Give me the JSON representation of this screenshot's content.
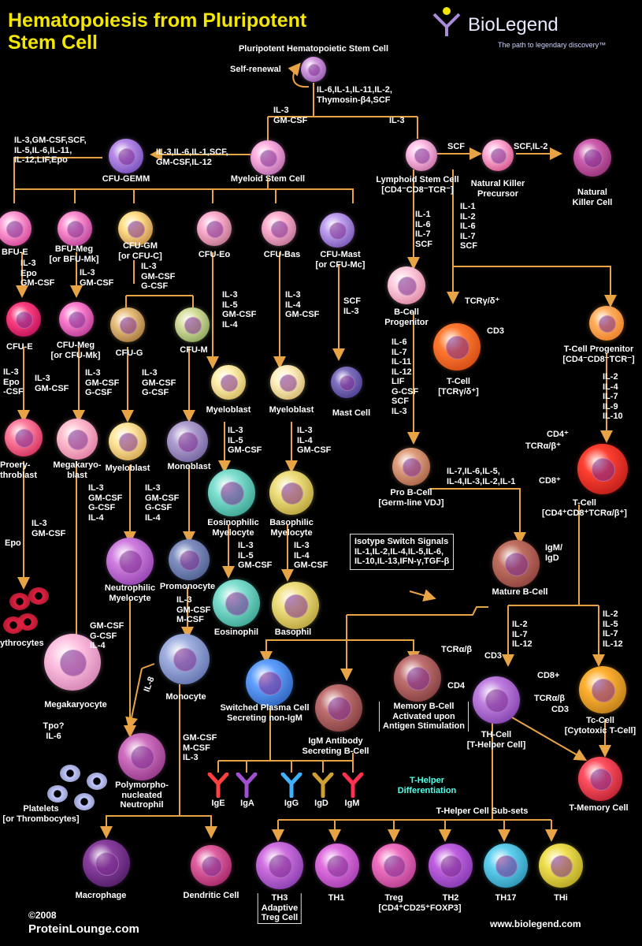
{
  "title": "Hematopoiesis from Pluripotent\nStem Cell",
  "brand": {
    "name": "BioLegend",
    "tagline": "The path to legendary discovery™",
    "colors": {
      "accent": "#f3e600",
      "line": "#e8a444",
      "brand": "#a98bd8"
    }
  },
  "footer": {
    "copyright": "©2008",
    "site": "ProteinLounge.com",
    "url": "www.biolegend.com"
  },
  "cells": {
    "phsc": "Pluripotent Hematopoietic Stem Cell",
    "self_renewal": "Self-renewal",
    "gemm": "CFU-GEMM",
    "myeloid": "Myeloid Stem Cell",
    "lymphoid": "Lymphoid Stem Cell\n[CD4⁻CD8⁻TCR⁻]",
    "nkp": "Natural Killer\nPrecursor",
    "nk": "Natural\nKiller Cell",
    "bfue": "BFU-E",
    "bfumeg": "BFU-Meg\n[or BFU-Mk]",
    "cfugm": "CFU-GM\n[or CFU-C]",
    "cfueo": "CFU-Eo",
    "cfubas": "CFU-Bas",
    "cfumast": "CFU-Mast\n[or CFU-Mc]",
    "cfue": "CFU-E",
    "cfumeg": "CFU-Meg\n[or CFU-Mk]",
    "cfug": "CFU-G",
    "cfum": "CFU-M",
    "bprog": "B-Cell\nProgenitor",
    "tcellgd": "T-Cell\n[TCRγ/δ⁺]",
    "tcr_gd": "TCRγ/δ⁺",
    "cd3_a": "CD3",
    "tprog": "T-Cell Progenitor\n[CD4⁻CD8⁻TCR⁻]",
    "myeloblast_eo": "Myeloblast",
    "myeloblast_bas": "Myeloblast",
    "mast": "Mast Cell",
    "proery": "Proery-\nthroblast",
    "megablast": "Megakaryo-\nblast",
    "myeloblast_g": "Myeloblast",
    "monoblast": "Monoblast",
    "eomyelo": "Eosinophilic\nMyelocyte",
    "basmyelo": "Basophilic\nMyelocyte",
    "probcell": "Pro B-Cell\n[Germ-line VDJ]",
    "tcr_ab": "TCRα/β⁺",
    "cd4p": "CD4⁺",
    "cd8p": "CD8⁺",
    "tcellab": "T-Cell\n[CD4⁺CD8⁺TCRα/β⁺]",
    "isotype": "Isotype Switch Signals\nIL-1,IL-2,IL-4,IL-5,IL-6,\nIL-10,IL-13,IFN-γ,TGF-β",
    "igmigd": "IgM/\nIgD",
    "matureb": "Mature B-Cell",
    "neutmyelo": "Neutrophilic\nMyelocyte",
    "promono": "Promonocyte",
    "eosinophil": "Eosinophil",
    "basophil": "Basophil",
    "erythro": "ythrocytes",
    "megacyte": "Megakaryocyte",
    "monocyte": "Monocyte",
    "plasma": "Switched Plasma Cell\nSecreting non-IgM",
    "memb": "Memory B-Cell\nActivated upon\nAntigen Stimulation",
    "tcr_ab2": "TCRα/β",
    "cd3_b": "CD3",
    "cd4": "CD4",
    "th": "TH-Cell\n[T-Helper Cell]",
    "cd8p2": "CD8+",
    "tcr_ab3": "TCRα/β",
    "cd3_c": "CD3",
    "tc": "Tc-Cell\n[Cytotoxic T-Cell]",
    "tpo": "Tpo?\nIL-6",
    "igm_secreting": "IgM Antibody\nSecreting B-Cell",
    "polymorph": "Polymorpho-\nnucleated\nNeutrophil",
    "thdiff": "T-Helper\nDifferentiation",
    "tmemory": "T-Memory Cell",
    "platelets": "Platelets\n[or Thrombocytes]",
    "thsubsets": "T-Helper Cell Sub-sets",
    "macrophage": "Macrophage",
    "dendritic": "Dendritic Cell",
    "th3": "TH3\nAdaptive\nTreg Cell",
    "th1": "TH1",
    "treg": "Treg",
    "treg_sub": "[CD4⁺CD25⁺FOXP3]",
    "th2": "TH2",
    "th17": "TH17",
    "thi": "THi"
  },
  "antibodies": [
    "IgE",
    "IgA",
    "IgG",
    "IgD",
    "IgM"
  ],
  "factors": {
    "f1": "IL-6,IL-1,IL-11,IL-2,\nThymosin-β4,SCF",
    "f2": "IL-3\nGM-CSF",
    "f3": "IL-3",
    "f4": "IL-3,GM-CSF,SCF,\nIL-5,IL-6,IL-11,\nIL-12,LIF,Epo",
    "f5": "IL-3,IL-6,IL-1,SCF,\nGM-CSF,IL-12",
    "f6": "SCF",
    "f7": "SCF,IL-2",
    "f8": "IL-1\nIL-6\nIL-7\nSCF",
    "f9": "IL-1\nIL-2\nIL-6\nIL-7\nSCF",
    "f10": "IL-3\nEpo\nGM-CSF",
    "f11": "IL-3\nGM-CSF",
    "f12": "IL-3\nGM-CSF\nG-CSF",
    "f13": "IL-3\nIL-5\nGM-CSF\nIL-4",
    "f14": "IL-3\nIL-4\nGM-CSF",
    "f15": "SCF\nIL-3",
    "f16": "IL-6\nIL-7\nIL-11\nIL-12\nLIF\nG-CSF\nSCF\nIL-3",
    "f17": "IL-3\nEpo\n-CSF",
    "f18": "IL-3\nGM-CSF",
    "f19": "IL-3\nGM-CSF\nG-CSF",
    "f20": "IL-3\nGM-CSF\nG-CSF",
    "f21": "IL-2\nIL-4\nIL-7\nIL-9\nIL-10",
    "f22": "IL-3\nIL-5\nGM-CSF",
    "f23": "IL-3\nIL-4\nGM-CSF",
    "f24": "IL-7,IL-6,IL-5,\nIL-4,IL-3,IL-2,IL-1",
    "f25": "IL-3\nGM-CSF",
    "f26": "Epo",
    "f27": "IL-3\nGM-CSF\nG-CSF\nIL-4",
    "f28": "IL-3\nGM-CSF\nG-CSF\nIL-4",
    "f29": "IL-3\nIL-5\nGM-CSF",
    "f30": "IL-3\nIL-4\nGM-CSF",
    "f31": "IL-3\nGM-CSF\nM-CSF",
    "f32": "GM-CSF\nG-CSF\nIL-4",
    "f33": "IL-2\nIL-7\nIL-12",
    "f34": "IL-2\nIL-5\nIL-7\nIL-12",
    "f35": "IL-8",
    "f36": "GM-CSF\nM-CSF\nIL-3"
  }
}
